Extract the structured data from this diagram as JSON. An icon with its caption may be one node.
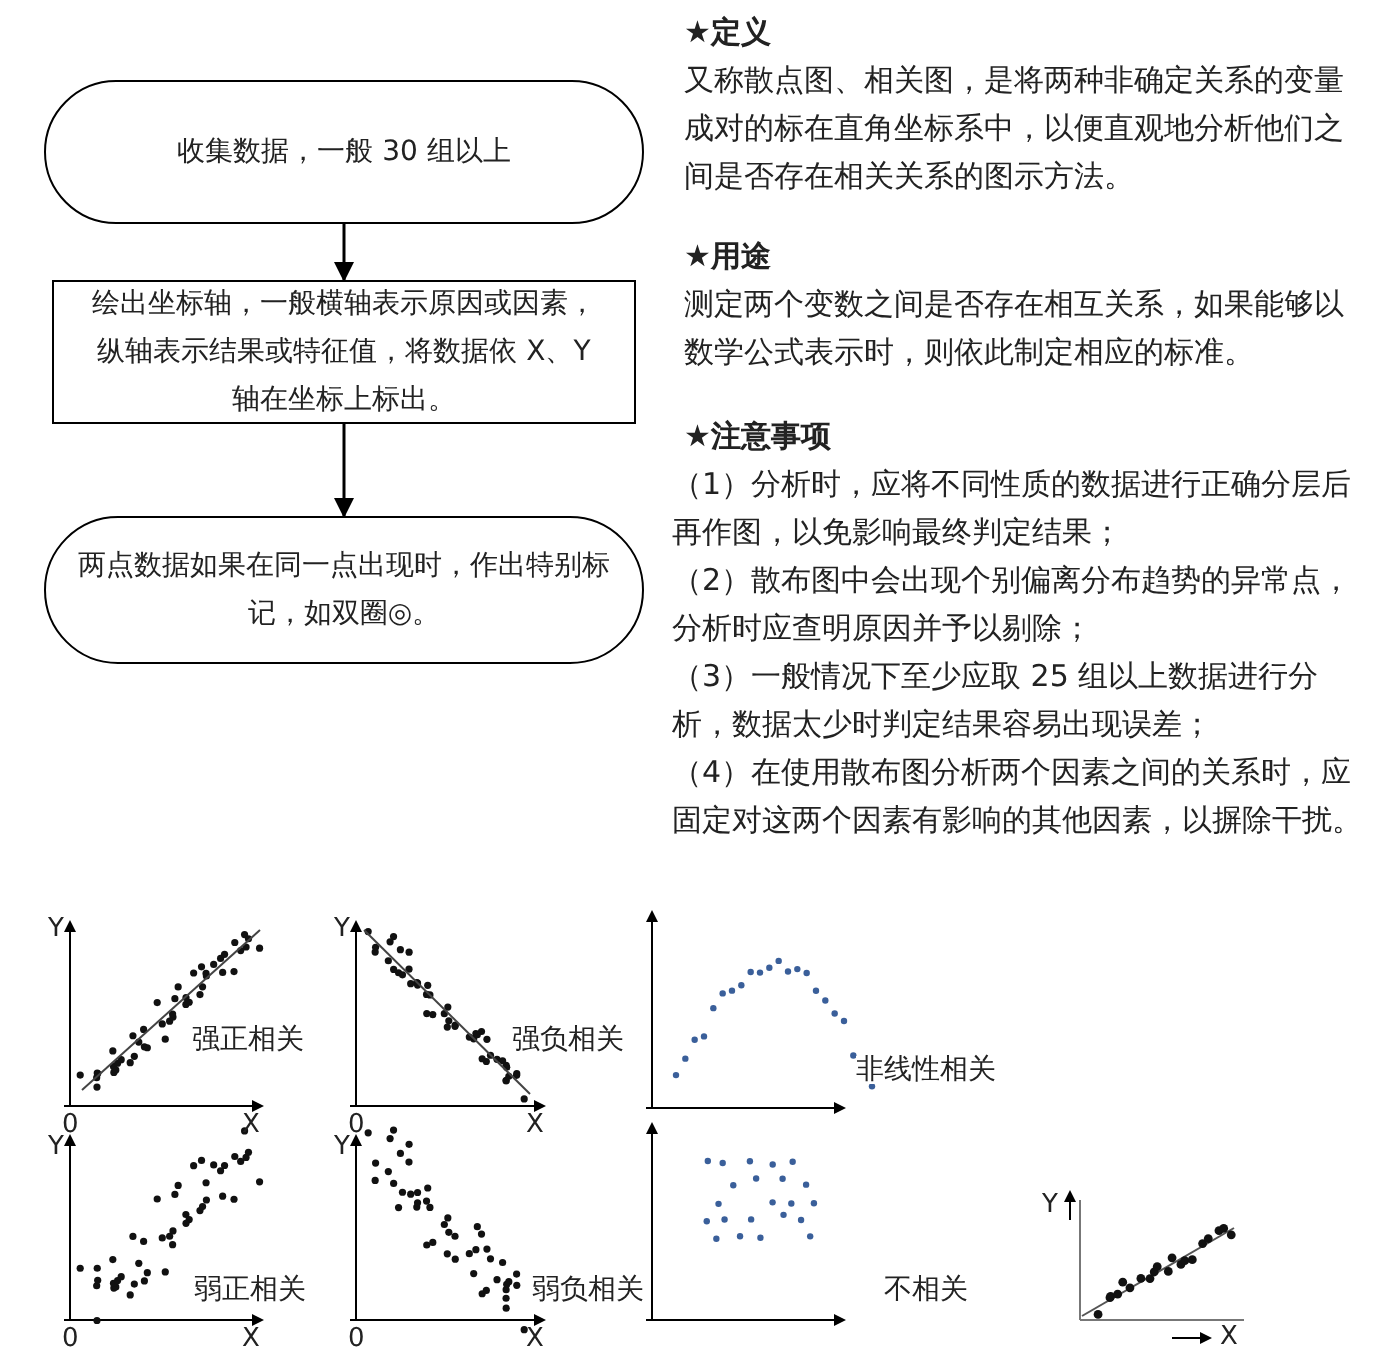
{
  "diagram": {
    "nodes": [
      {
        "text": [
          "收集数据，一般 30 组以上"
        ]
      },
      {
        "text": [
          "绘出坐标轴，一般横轴表示原因或因素，纵轴表示结果或特征值，将数据依 X、Y 轴在坐标上标出。"
        ]
      },
      {
        "text": [
          "两点数据如果在同一点出现时，作出特别标记，如双圈◎。"
        ]
      }
    ],
    "edges": [
      {
        "from": 0,
        "to": 1,
        "arrow": "to"
      },
      {
        "from": 1,
        "to": 2,
        "arrow": "to"
      }
    ],
    "labels": [
      "★定义",
      "又称散点图、相关图，是将两种非确定关系的变量成对的标在直角坐标系中，以便直观地分析他们之间是否存在相关关系的图示方法。",
      "★用途",
      "测定两个变数之间是否存在相互关系，如果能够以数学公式表示时，则依此制定相应的标准。",
      "★注意事项",
      "（1）分析时，应将不同性质的数据进行正确分层后再作图，以免影响最终判定结果；",
      "（2）散布图中会出现个别偏离分布趋势的异常点，分析时应查明原因并予以剔除；",
      "（3）一般情况下至少应取 25 组以上数据进行分析，数据太少时判定结果容易出现误差；",
      "（4）在使用散布图分析两个因素之间的关系时，应固定对这两个因素有影响的其他因素，以摒除干扰。",
      "Y",
      "强正相关",
      "0",
      "X",
      "Y",
      "强负相关",
      "0",
      "X",
      "非线性相关",
      "Y",
      "弱正相关",
      "0",
      "X",
      "Y",
      "弱负相关",
      "0",
      "X",
      "不相关",
      "Y",
      "X"
    ]
  }
}
